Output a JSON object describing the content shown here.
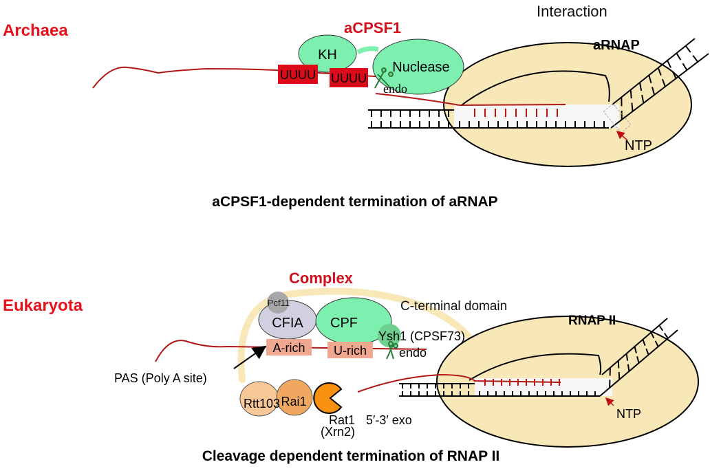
{
  "colors": {
    "red_label": "#e8101a",
    "rna": "#b01818",
    "uuuu_box": "#dd0a1a",
    "green_protein": "#7df0b0",
    "rnap_body": "#f8e8b8",
    "cfia": "#d0d0e0",
    "pcf11": "#a8a8a8",
    "ysh1": "#6fcf8f",
    "rich_box": "#f0a890",
    "ctd": "#f8e8b8",
    "rtt103": "#f8c898",
    "rai1": "#f0a860",
    "rat1": "#f89010"
  },
  "archaea": {
    "section_label": "Archaea",
    "complex_label": "aCPSF1",
    "kh_label": "KH",
    "nuclease_label": "Nuclease",
    "uuuu_1": "UUUU",
    "uuuu_2": "UUUU",
    "endo_label": "endo",
    "interaction_label": "Interaction",
    "rnap_label": "aRNAP",
    "ntp_label": "NTP",
    "caption": "aCPSF1-dependent termination of aRNAP"
  },
  "eukaryota": {
    "section_label": "Eukaryota",
    "complex_label": "Complex",
    "ctd_label": "C-terminal domain",
    "pcf11_label": "Pcf11",
    "cfia_label": "CFIA",
    "cpf_label": "CPF",
    "ysh1_label": "Ysh1 (CPSF73)",
    "a_rich_label": "A-rich",
    "u_rich_label": "U-rich",
    "endo_label": "endo",
    "pas_label": "PAS (Poly A site)",
    "rnap_label": "RNAP II",
    "ntp_label": "NTP",
    "rtt103_label": "Rtt103",
    "rai1_label": "Rai1",
    "rat1_label": "Rat1",
    "xrn2_label": "(Xrn2)",
    "exo_label": "5′-3′ exo",
    "caption": "Cleavage dependent termination of RNAP II"
  }
}
